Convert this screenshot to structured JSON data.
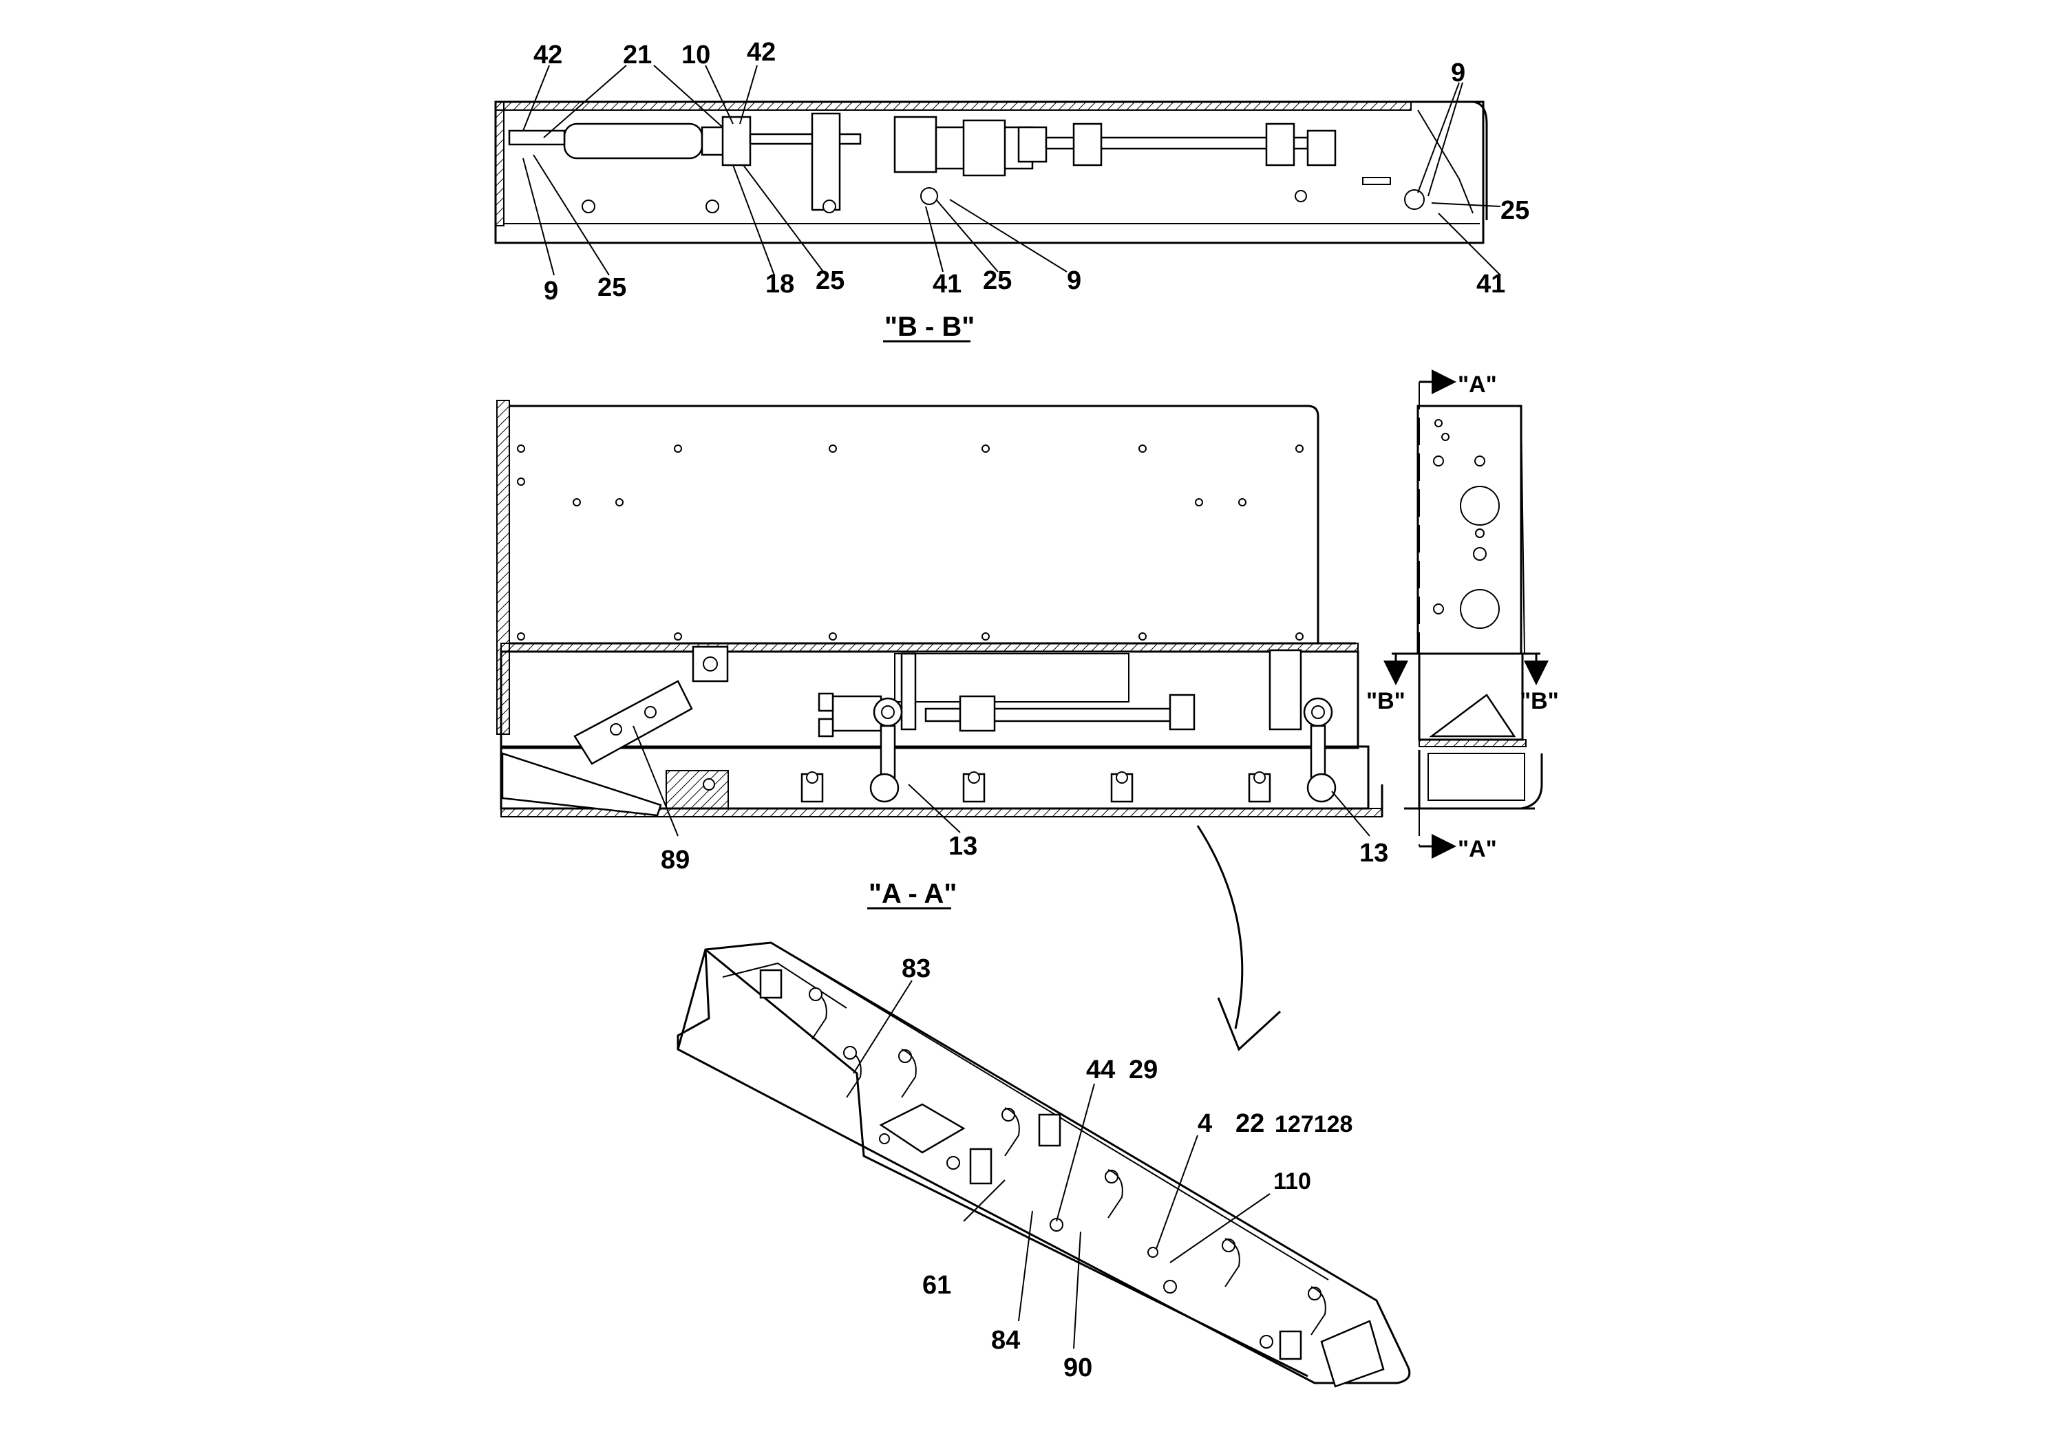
{
  "views": {
    "section_bb": {
      "title": "\"B - B\"",
      "callouts": [
        "42",
        "21",
        "10",
        "42",
        "9",
        "25",
        "9",
        "25",
        "18",
        "25",
        "41",
        "25",
        "9",
        "41"
      ]
    },
    "section_aa": {
      "title": "\"A - A\"",
      "callouts": [
        "89",
        "13",
        "13"
      ]
    },
    "side_view": {
      "marker_a_top": "\"A\"",
      "marker_a_bottom": "\"A\"",
      "marker_b_left": "\"B\"",
      "marker_b_right": "\"B\""
    },
    "iso_view": {
      "callouts": [
        "83",
        "44",
        "29",
        "4",
        "22",
        "127128",
        "110",
        "61",
        "84",
        "90"
      ]
    }
  }
}
